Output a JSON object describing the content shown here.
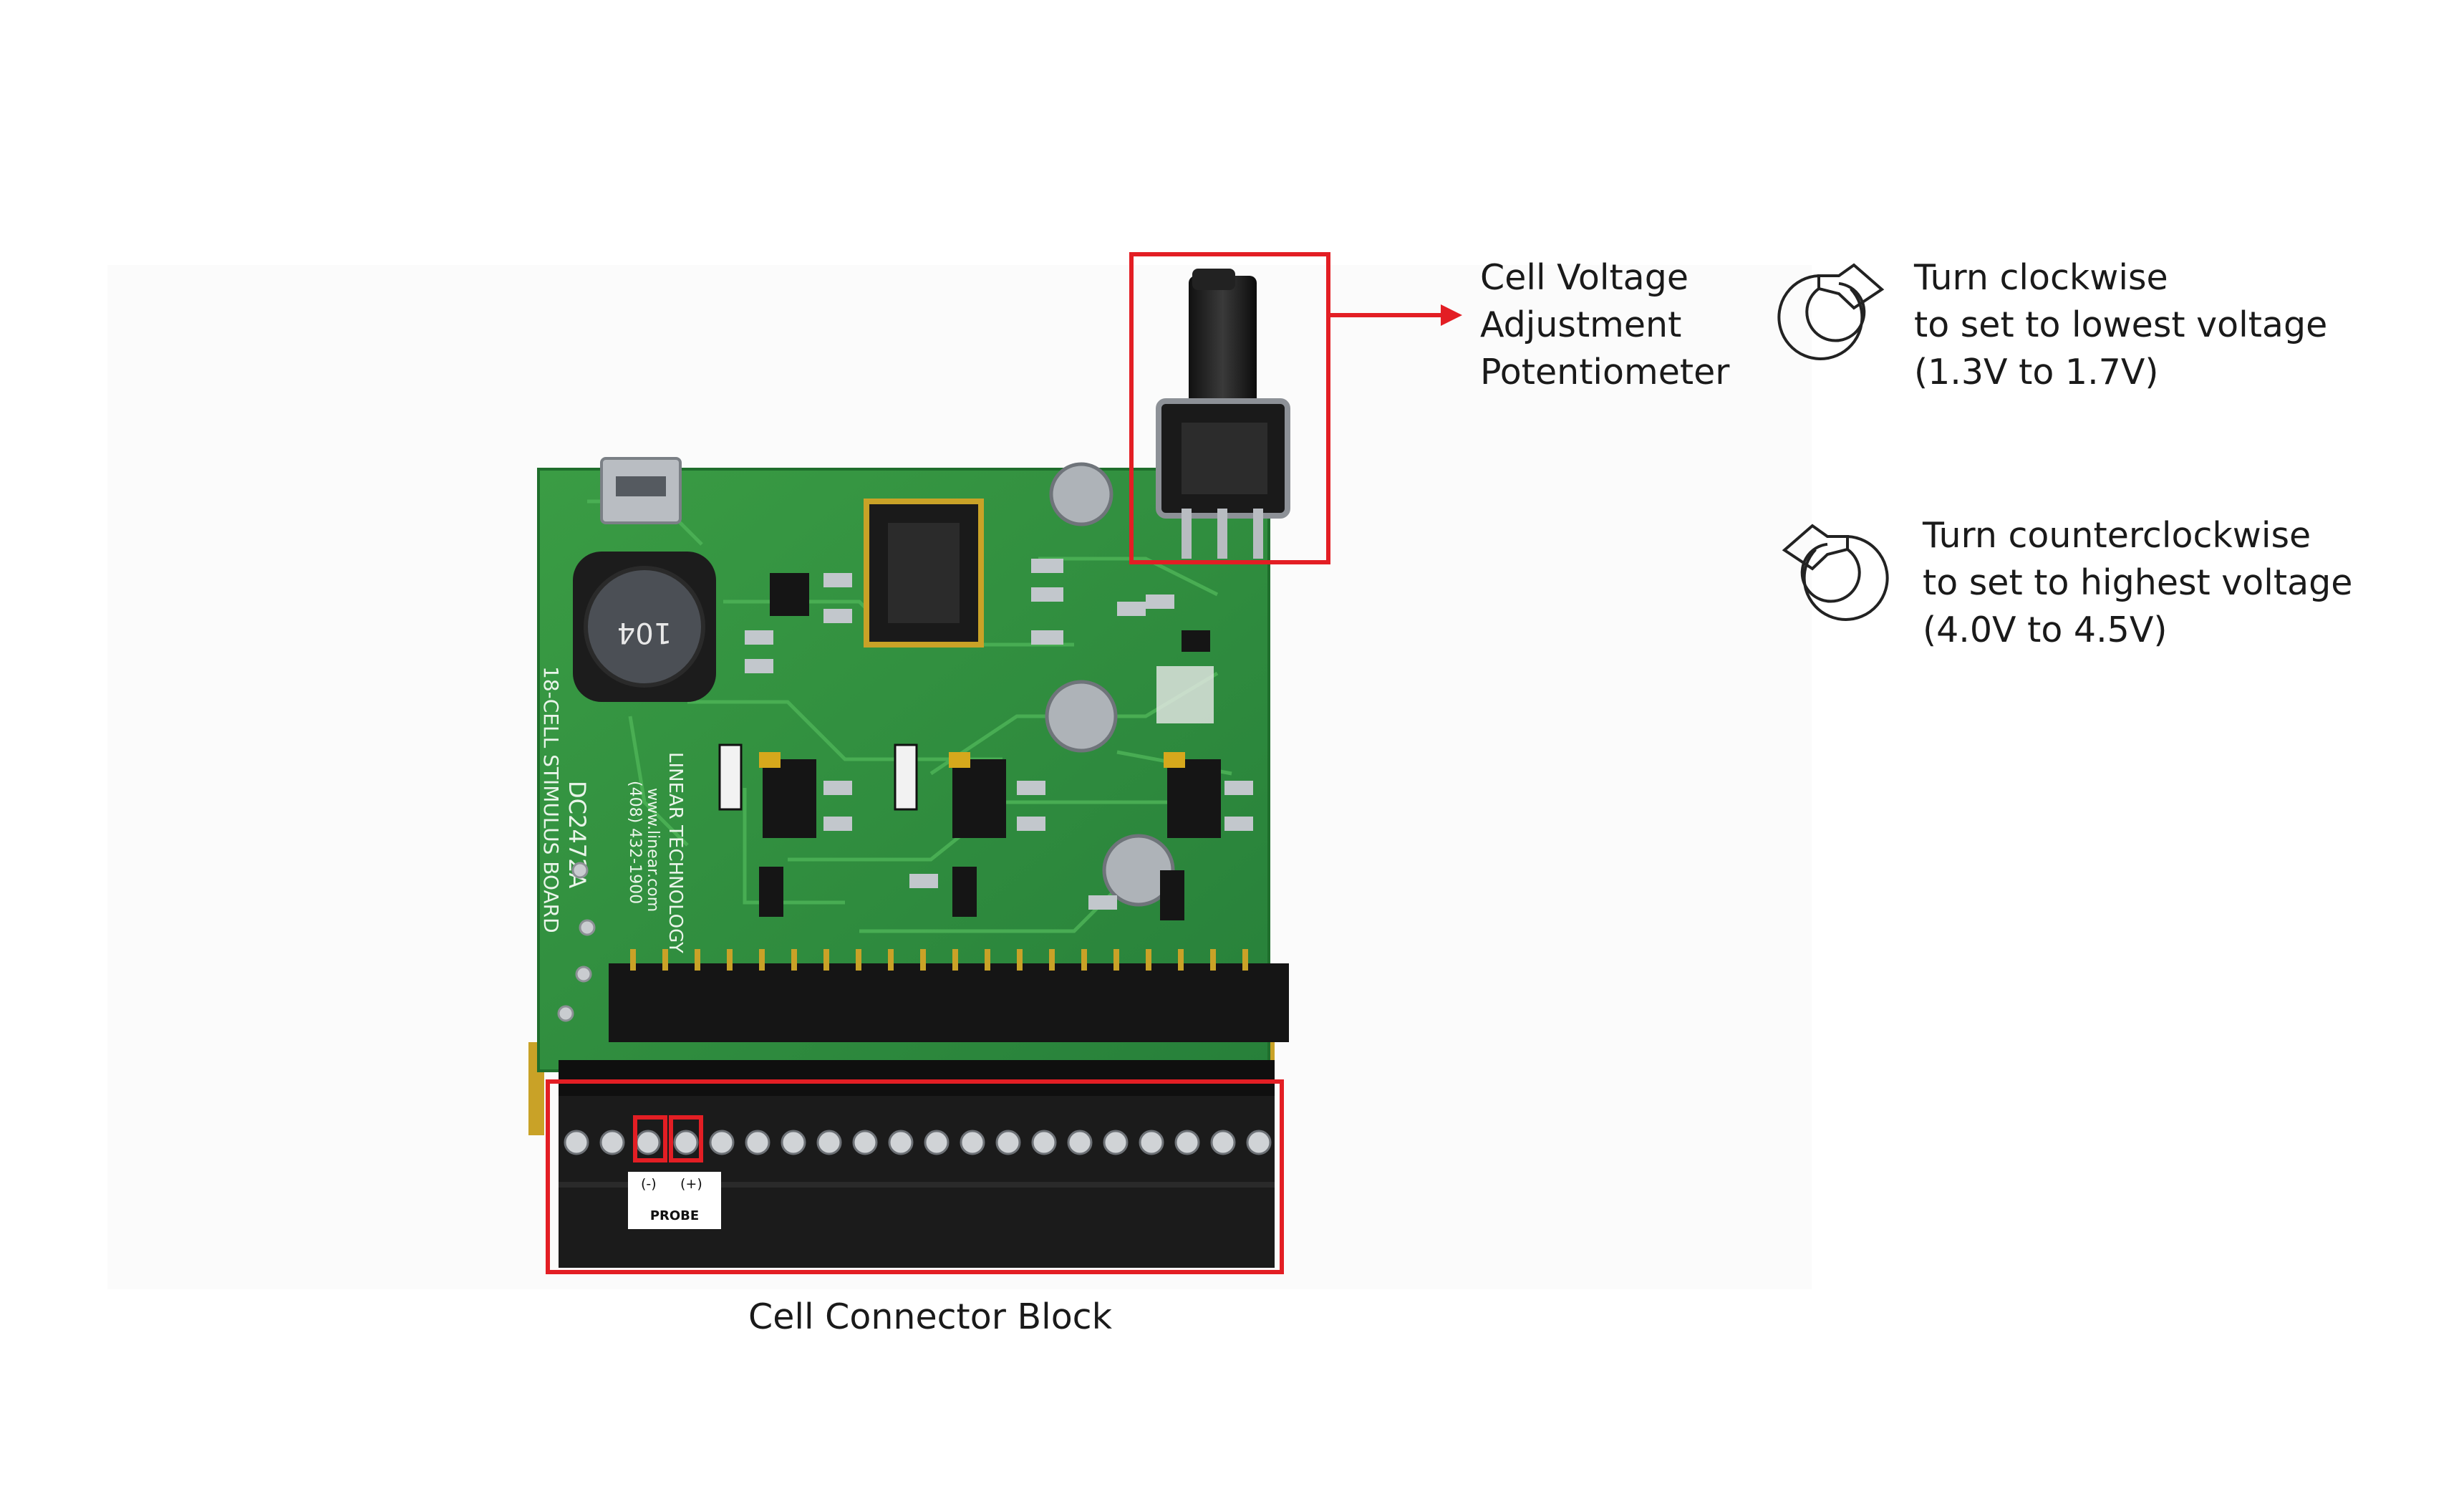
{
  "callouts": {
    "potentiometer": [
      "Cell Voltage",
      "Adjustment",
      "Potentiometer"
    ],
    "clockwise": [
      "Turn clockwise",
      "to set to lowest voltage",
      "(1.3V  to 1.7V)"
    ],
    "counterclockwise": [
      "Turn counterclockwise",
      "to set to highest voltage",
      "(4.0V to 4.5V)"
    ],
    "connector_caption": "Cell Connector Block"
  },
  "probe": {
    "minus": "(-)",
    "plus": "(+)",
    "title": "PROBE"
  },
  "board": {
    "name": "DC2472A",
    "subtitle": "18-CELL STIMULUS BOARD",
    "maker": "LINEAR TECHNOLOGY",
    "phone": "(408) 432-1900",
    "web": "www.linear.com",
    "inductor_code": "104"
  },
  "icons": {
    "clockwise": "clockwise-arrow-icon",
    "counterclockwise": "counterclockwise-arrow-icon"
  },
  "colors": {
    "highlight": "#e31e24",
    "pcb": "#2f8f3c",
    "connector": "#1b1b1b"
  }
}
